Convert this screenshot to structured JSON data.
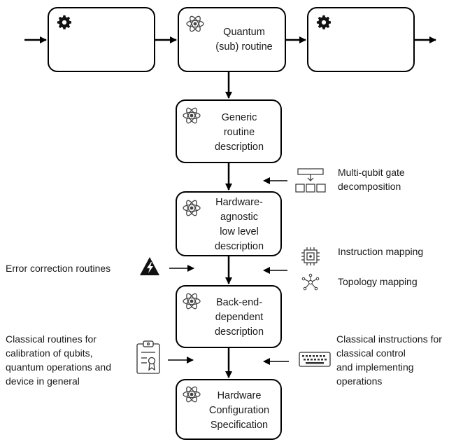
{
  "boxes": {
    "top_left": {
      "icon": "gear-icon"
    },
    "top_middle": {
      "icon": "atom-icon",
      "line1": "Quantum",
      "line2": "(sub) routine"
    },
    "top_right": {
      "icon": "gear-icon"
    },
    "generic": {
      "icon": "atom-icon",
      "line1": "Generic",
      "line2": "routine",
      "line3": "description"
    },
    "agnostic": {
      "icon": "atom-icon",
      "line1": "Hardware-",
      "line2": "agnostic",
      "line3": "low level",
      "line4": "description"
    },
    "backend": {
      "icon": "atom-icon",
      "line1": "Back-end-",
      "line2": "dependent",
      "line3": "description"
    },
    "hardware": {
      "icon": "atom-icon",
      "line1": "Hardware",
      "line2": "Configuration",
      "line3": "Specification"
    }
  },
  "inputs": {
    "multi_qubit": {
      "icon": "gate-decomposition-icon",
      "line1": "Multi-qubit gate",
      "line2": "decomposition"
    },
    "instruction_mapping": {
      "icon": "chip-icon",
      "text": "Instruction mapping"
    },
    "topology_mapping": {
      "icon": "network-icon",
      "text": "Topology mapping"
    },
    "error_correction": {
      "icon": "warning-bolt-icon",
      "text": "Error correction routines"
    },
    "calibration": {
      "icon": "certificate-clipboard-icon",
      "line1": "Classical routines for",
      "line2": "calibration of qubits,",
      "line3": "quantum operations and",
      "line4": "device in general"
    },
    "classical_instructions": {
      "icon": "keyboard-icon",
      "line1": "Classical instructions for",
      "line2": "classical control",
      "line3": "and implementing",
      "line4": "operations"
    }
  }
}
